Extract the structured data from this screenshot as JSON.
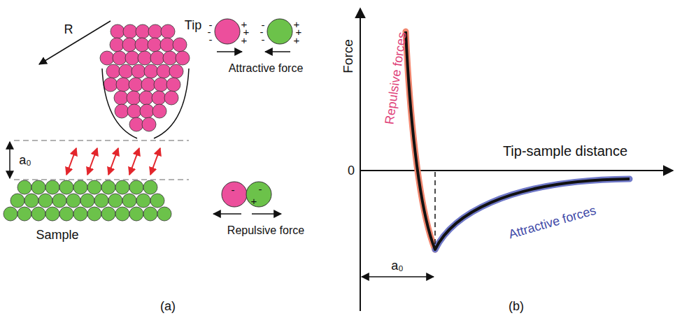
{
  "diagram": {
    "labels": [
      "R",
      "Tip",
      "a₀",
      "Sample",
      "Attractive force",
      "Repulsive force",
      "-",
      "-",
      "-",
      "+",
      "+",
      "+",
      "-",
      "-",
      "-",
      "+",
      "+",
      "+",
      "-",
      "-",
      "+",
      "Force",
      "0",
      "Tip-sample distance",
      "Repulsive forces",
      "Attractive forces",
      "a₀",
      "(a)",
      "(b)"
    ]
  }
}
